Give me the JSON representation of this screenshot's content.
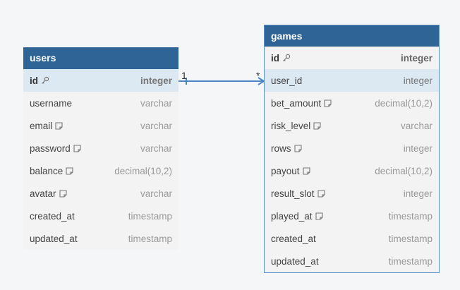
{
  "colors": {
    "header": "#2f6496",
    "relation": "#4a86c5",
    "highlight": "#dde9f2"
  },
  "users": {
    "title": "users",
    "fields": [
      {
        "name": "id",
        "type": "integer",
        "pk": true,
        "icon": "key-icon"
      },
      {
        "name": "username",
        "type": "varchar"
      },
      {
        "name": "email",
        "type": "varchar",
        "icon": "note-icon"
      },
      {
        "name": "password",
        "type": "varchar",
        "icon": "note-icon"
      },
      {
        "name": "balance",
        "type": "decimal(10,2)",
        "icon": "note-icon"
      },
      {
        "name": "avatar",
        "type": "varchar",
        "icon": "note-icon"
      },
      {
        "name": "created_at",
        "type": "timestamp"
      },
      {
        "name": "updated_at",
        "type": "timestamp"
      }
    ]
  },
  "games": {
    "title": "games",
    "fields": [
      {
        "name": "id",
        "type": "integer",
        "pk": true,
        "icon": "key-icon"
      },
      {
        "name": "user_id",
        "type": "integer"
      },
      {
        "name": "bet_amount",
        "type": "decimal(10,2)",
        "icon": "note-icon"
      },
      {
        "name": "risk_level",
        "type": "varchar",
        "icon": "note-icon"
      },
      {
        "name": "rows",
        "type": "integer",
        "icon": "note-icon"
      },
      {
        "name": "payout",
        "type": "decimal(10,2)",
        "icon": "note-icon"
      },
      {
        "name": "result_slot",
        "type": "integer",
        "icon": "note-icon"
      },
      {
        "name": "played_at",
        "type": "timestamp",
        "icon": "note-icon"
      },
      {
        "name": "created_at",
        "type": "timestamp"
      },
      {
        "name": "updated_at",
        "type": "timestamp"
      }
    ]
  },
  "relation": {
    "from_label": "1",
    "to_label": "*"
  }
}
